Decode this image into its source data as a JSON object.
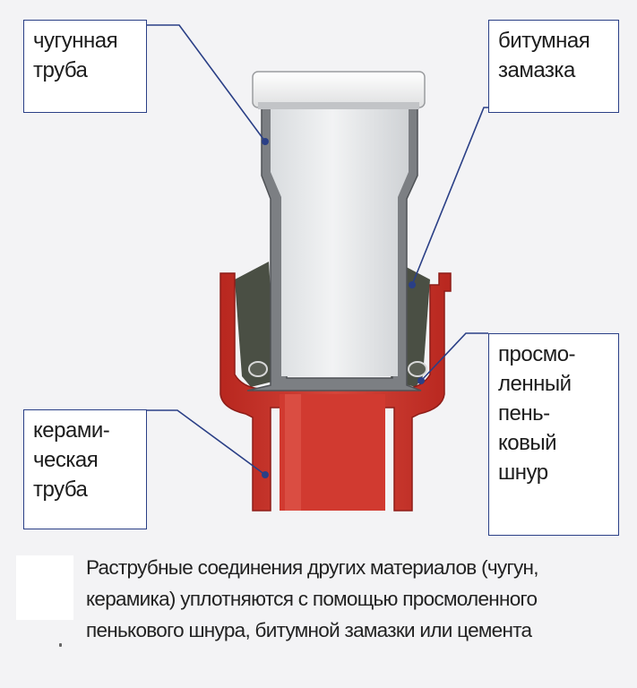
{
  "labels": {
    "cast_iron_pipe": [
      "чугунная",
      "труба"
    ],
    "bitumen_sealant": [
      "битумная",
      "замазка"
    ],
    "ceramic_pipe": [
      "керами-",
      "ческая",
      "труба"
    ],
    "tarred_hemp_cord": [
      "просмо-",
      "ленный",
      "пень-",
      "ковый",
      "шнур"
    ]
  },
  "caption": [
    "Раструбные соединения других материалов (чугун,",
    "керамика) уплотняются с помощью просмоленного",
    "пенькового шнура, битумной замазки или цемента"
  ],
  "colors": {
    "leader_line": "#2a3f86",
    "ceramic": "#c9302c",
    "ceramic_dark": "#9d2220",
    "cast_iron": "#7c7f83",
    "cast_iron_light": "#c9ccd0",
    "pipe_interior": "#e6e8ea",
    "bitumen": "#4a4f44",
    "cap": "#f4f4f4"
  }
}
